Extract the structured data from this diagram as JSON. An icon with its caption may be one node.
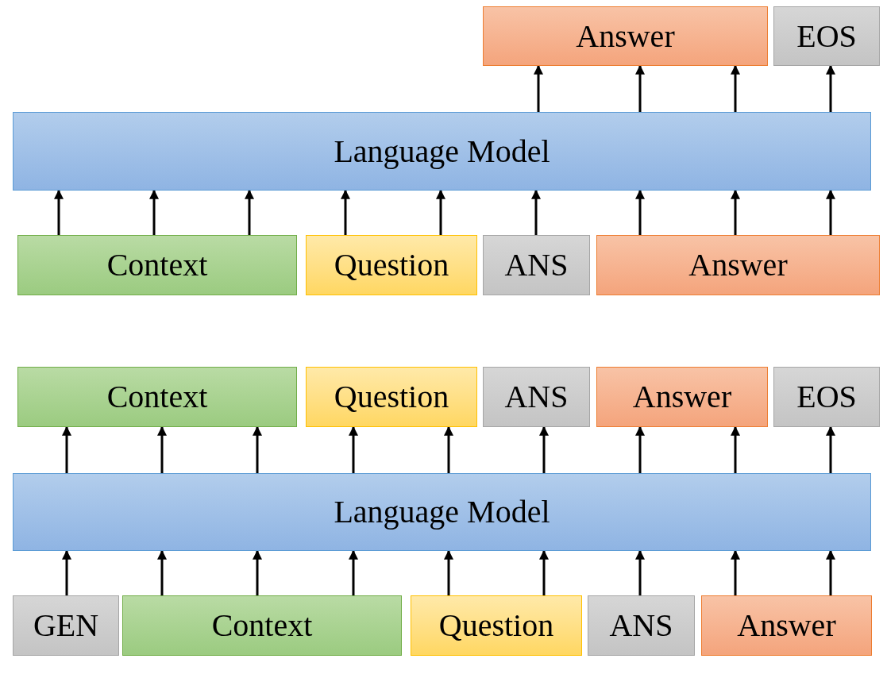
{
  "diagram": {
    "nodes": [
      {
        "text": [
          "Answer"
        ]
      },
      {
        "text": [
          "EOS"
        ]
      },
      {
        "text": [
          "Language Model"
        ]
      },
      {
        "text": [
          "Context"
        ]
      },
      {
        "text": [
          "Question"
        ]
      },
      {
        "text": [
          "ANS"
        ]
      },
      {
        "text": [
          "Answer"
        ]
      },
      {
        "text": [
          "Context"
        ]
      },
      {
        "text": [
          "Question"
        ]
      },
      {
        "text": [
          "ANS"
        ]
      },
      {
        "text": [
          "Answer"
        ]
      },
      {
        "text": [
          "EOS"
        ]
      },
      {
        "text": [
          "Language Model"
        ]
      },
      {
        "text": [
          "GEN"
        ]
      },
      {
        "text": [
          "Context"
        ]
      },
      {
        "text": [
          "Question"
        ]
      },
      {
        "text": [
          "ANS"
        ]
      },
      {
        "text": [
          "Answer"
        ]
      }
    ],
    "edges": [
      {
        "from": 3,
        "to": 2,
        "arrow": "to"
      },
      {
        "from": 3,
        "to": 2,
        "arrow": "to"
      },
      {
        "from": 3,
        "to": 2,
        "arrow": "to"
      },
      {
        "from": 4,
        "to": 2,
        "arrow": "to"
      },
      {
        "from": 4,
        "to": 2,
        "arrow": "to"
      },
      {
        "from": 5,
        "to": 2,
        "arrow": "to"
      },
      {
        "from": 6,
        "to": 2,
        "arrow": "to"
      },
      {
        "from": 6,
        "to": 2,
        "arrow": "to"
      },
      {
        "from": 6,
        "to": 2,
        "arrow": "to"
      },
      {
        "from": 2,
        "to": 0,
        "arrow": "to"
      },
      {
        "from": 2,
        "to": 0,
        "arrow": "to"
      },
      {
        "from": 2,
        "to": 0,
        "arrow": "to"
      },
      {
        "from": 2,
        "to": 1,
        "arrow": "to"
      },
      {
        "from": 12,
        "to": 7,
        "arrow": "to"
      },
      {
        "from": 12,
        "to": 7,
        "arrow": "to"
      },
      {
        "from": 12,
        "to": 7,
        "arrow": "to"
      },
      {
        "from": 12,
        "to": 8,
        "arrow": "to"
      },
      {
        "from": 12,
        "to": 8,
        "arrow": "to"
      },
      {
        "from": 12,
        "to": 9,
        "arrow": "to"
      },
      {
        "from": 12,
        "to": 10,
        "arrow": "to"
      },
      {
        "from": 12,
        "to": 10,
        "arrow": "to"
      },
      {
        "from": 12,
        "to": 11,
        "arrow": "to"
      },
      {
        "from": 13,
        "to": 12,
        "arrow": "to"
      },
      {
        "from": 14,
        "to": 12,
        "arrow": "to"
      },
      {
        "from": 14,
        "to": 12,
        "arrow": "to"
      },
      {
        "from": 14,
        "to": 12,
        "arrow": "to"
      },
      {
        "from": 15,
        "to": 12,
        "arrow": "to"
      },
      {
        "from": 15,
        "to": 12,
        "arrow": "to"
      },
      {
        "from": 16,
        "to": 12,
        "arrow": "to"
      },
      {
        "from": 17,
        "to": 12,
        "arrow": "to"
      },
      {
        "from": 17,
        "to": 12,
        "arrow": "to"
      }
    ]
  }
}
